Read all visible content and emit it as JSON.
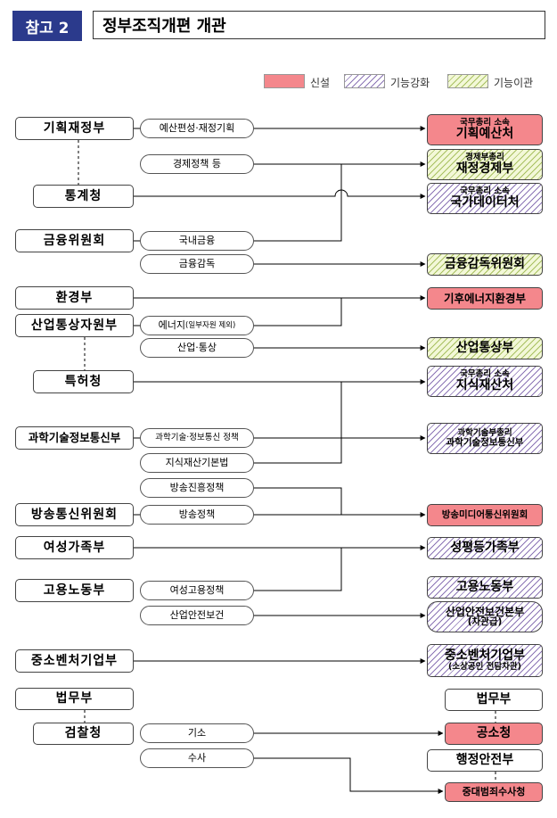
{
  "header": {
    "tag": "참고 2",
    "title": "정부조직개편 개관"
  },
  "legend": {
    "new": "신설",
    "strengthen": "기능강화",
    "transfer": "기능이관"
  },
  "colors": {
    "new": "#f4878c",
    "strengthen": "#8a74b5",
    "transfer": "#a8c060",
    "header": "#2b3a8c"
  },
  "current": {
    "mof": "기획재정부",
    "statistics": "통계청",
    "fsc": "금융위원회",
    "env": "환경부",
    "motie": "산업통상자원부",
    "kipo": "특허청",
    "msit": "과학기술정보통신부",
    "kcc": "방송통신위원회",
    "mogef": "여성가족부",
    "moel": "고용노동부",
    "mss": "중소벤처기업부",
    "moj": "법무부",
    "prosecution": "검찰청"
  },
  "functions": {
    "budget": "예산편성·재정기획",
    "econ_policy": "경제정책 등",
    "domestic_fin": "국내금융",
    "fin_supervision": "금융감독",
    "energy_a": "에너지",
    "energy_b": "(일부자원 제외)",
    "industry": "산업·통상",
    "sci_policy": "과학기술·정보통신 정책",
    "ip_law": "지식재산기본법",
    "broadcast_promo": "방송진흥정책",
    "broadcast": "방송정책",
    "women_emp": "여성고용정책",
    "safety": "산업안전보건",
    "indictment": "기소",
    "investigation": "수사"
  },
  "new_orgs": {
    "budget_sub": "국무총리 소속",
    "budget": "기획예산처",
    "mef_sub": "경제부총리",
    "mef": "재정경제부",
    "data_sub": "국무총리 소속",
    "data": "국가데이터처",
    "fss": "금융감독위원회",
    "climate": "기후에너지환경부",
    "industry": "산업통상부",
    "ip_sub": "국무총리 소속",
    "ip": "지식재산처",
    "sci_sub": "과학기술부총리",
    "sci": "과학기술정보통신부",
    "media": "방송미디어통신위원회",
    "gender": "성평등가족부",
    "labor": "고용노동부",
    "safety": "산업안전보건본부",
    "safety_note": "(차관급)",
    "mss": "중소벤처기업부",
    "mss_note": "(소상공인 전담차관)",
    "moj": "법무부",
    "indictment": "공소청",
    "mois": "행정안전부",
    "investigation": "중대범죄수사청"
  }
}
